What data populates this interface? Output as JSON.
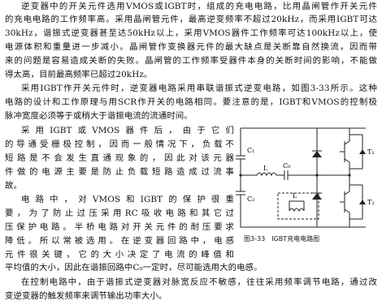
{
  "paragraphs": {
    "p1": [
      "逆变器中的开关元件选用VMOS或IGBT时，组成的充电电路，比用晶闸管作开关元件",
      "的充电电路的工作频率高。采用晶闸管元件，最高逆变频率不超过20kHz，而采用IGBT可达",
      "30kHz，谐振式逆变器甚至达50kHz以上，采用VMOS器件工作频率可达100kHz以上，使",
      "电源体积和重量进一步减小。晶闸管作变换器元件的最大缺点是关断靠自然换流，因而带",
      "来的问题是容易造成关断的失败。晶闸管的工作频率受器件本身的关断时间的影响，不能做",
      "得太高，目前最高频率已超过20kHz。"
    ],
    "p2": [
      "采用IGBT作开关元件时，逆变器电路采用串联谐振式逆变电路，如图3-33所示。这种",
      "电路的设计和工作原理与用SCR作开关的电路相同。要注意的是，IGBT和VMOS的控制极",
      "脉冲宽度必须等于或稍大于谐振电流的流通时间。"
    ],
    "p3": [
      "采用IGBT或VMOS器件后，由于它们",
      "的导通受栅极控制，因而一般情况下，负载不",
      "短路是不会发生直通现象的，因此对该元器",
      "件做的电源主要是防止负载短路造成过流事",
      "故。"
    ],
    "p4": [
      "电路中，对VMOS和IGBT的保护很重",
      "要，为了防止过压采用RC吸收电路和其它过",
      "压保护电路。半桥电路对开关元件的耐压要求",
      "降低。所以常被选用。在逆变器回路中，电感"
    ],
    "p4_full": [
      "元件很关键，它的大小决定了电流的峰值和",
      "平均值的大小，因此在谐振回路中C₀一定时，尽可能选用大的电感。"
    ],
    "p5": [
      "在控制电路中，由于谐振式逆变器对脉宽反应不敏感，往往采用频率调节电路，通过改",
      "变逆变器的触发频率来调节输出功率大小。"
    ]
  },
  "figure": {
    "caption": "图3-33　IGBT充电电路图",
    "labels": {
      "c1": "C₁",
      "c2": "C₂",
      "l": "L",
      "c0": "C₀",
      "lk": "L",
      "t1": "T₁",
      "t2": "T₂"
    }
  }
}
